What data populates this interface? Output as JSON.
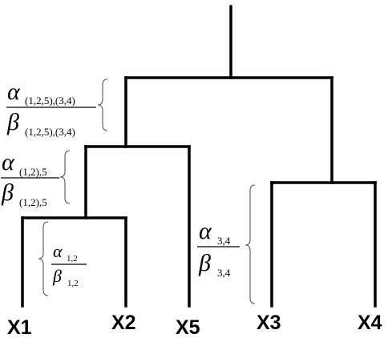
{
  "leaves": {
    "x1": "X1",
    "x2": "X2",
    "x5": "X5",
    "x3": "X3",
    "x4": "X4"
  },
  "params": {
    "root": {
      "alpha": "α",
      "beta": "β",
      "alpha_sub": "(1,2,5),(3,4)",
      "beta_sub": "(1,2,5),(3,4)"
    },
    "left_mid": {
      "alpha": "α",
      "beta": "β",
      "alpha_sub": "(1,2),5",
      "beta_sub": "(1,2),5"
    },
    "x1x2": {
      "alpha": "α",
      "beta": "β",
      "alpha_sub": "1,2",
      "beta_sub": "1,2"
    },
    "x3x4": {
      "alpha": "α",
      "beta": "β",
      "alpha_sub": "3,4",
      "beta_sub": "3,4"
    }
  }
}
